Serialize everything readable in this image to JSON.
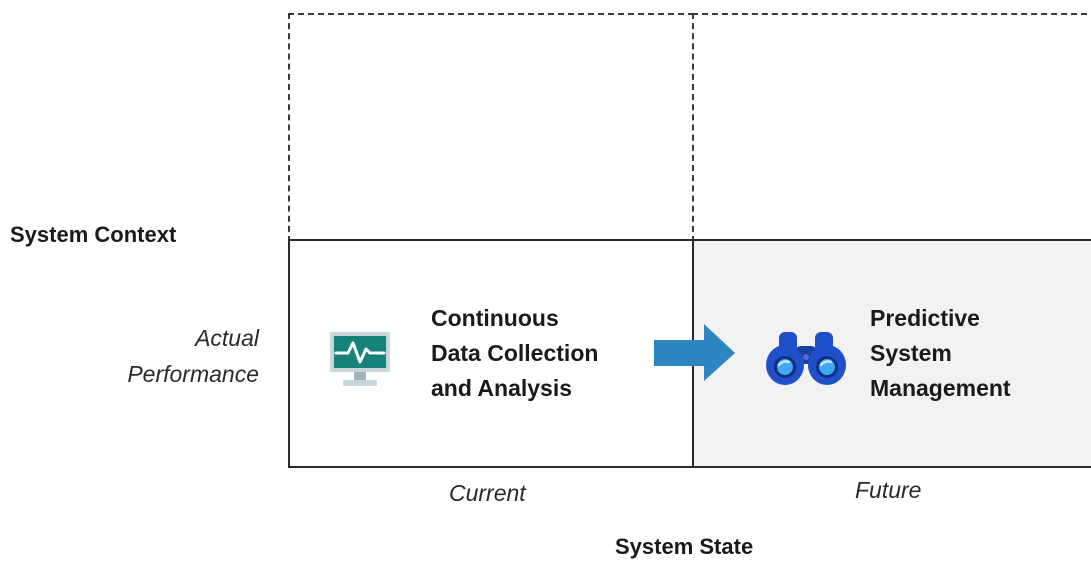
{
  "axes": {
    "y_title": "System Context",
    "y_label_lines": [
      "Actual",
      "Performance"
    ],
    "x_title": "System State",
    "x_labels": {
      "current": "Current",
      "future": "Future"
    }
  },
  "nodes": {
    "current": {
      "icon": "monitor-icon",
      "lines": [
        "Continuous",
        "Data Collection",
        "and Analysis"
      ]
    },
    "future": {
      "icon": "binoculars-icon",
      "lines": [
        "Predictive",
        "System",
        "Management"
      ]
    }
  },
  "colors": {
    "arrow": "#2e86c1",
    "monitor_teal": "#1aa39a",
    "binoculars_blue": "#1f4fc9",
    "future_cell_fill": "#f2f2f2"
  }
}
